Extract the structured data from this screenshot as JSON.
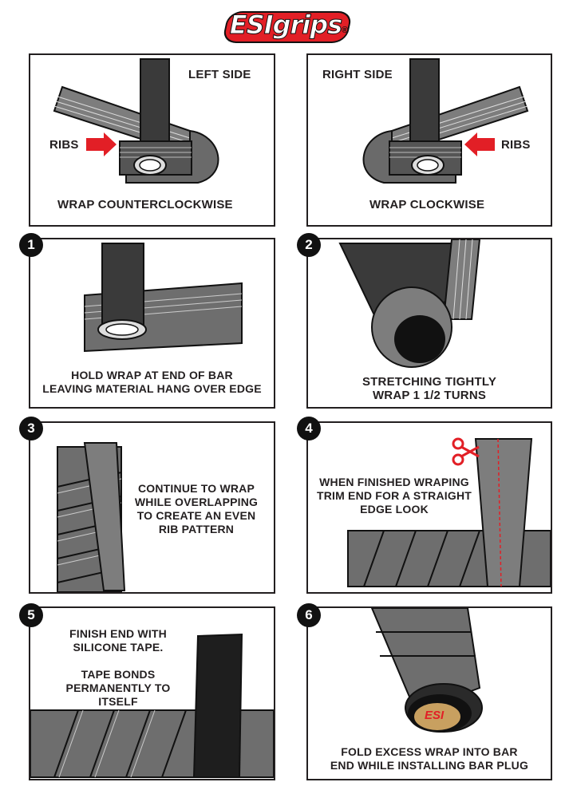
{
  "logo": {
    "text": "ESIgrips",
    "reg": "®",
    "plug_text": "ESI"
  },
  "intro": {
    "left": {
      "side": "LEFT SIDE",
      "ribs": "RIBS",
      "caption": "WRAP COUNTERCLOCKWISE"
    },
    "right": {
      "side": "RIGHT SIDE",
      "ribs": "RIBS",
      "caption": "WRAP CLOCKWISE"
    }
  },
  "steps": [
    {
      "number": "1",
      "caption_lines": [
        "HOLD WRAP AT END OF BAR",
        "LEAVING MATERIAL HANG OVER EDGE"
      ]
    },
    {
      "number": "2",
      "caption_lines": [
        "STRETCHING TIGHTLY",
        "WRAP 1 1/2 TURNS"
      ]
    },
    {
      "number": "3",
      "caption_lines": [
        "CONTINUE TO WRAP",
        "WHILE OVERLAPPING",
        "TO CREATE AN EVEN",
        "RIB PATTERN"
      ]
    },
    {
      "number": "4",
      "caption_lines": [
        "WHEN FINISHED WRAPING",
        "TRIM END FOR A STRAIGHT",
        "EDGE LOOK"
      ]
    },
    {
      "number": "5",
      "caption_lines": [
        "FINISH END WITH",
        "SILICONE TAPE.",
        "",
        "TAPE BONDS",
        "PERMANENTLY TO ITSELF"
      ]
    },
    {
      "number": "6",
      "caption_lines": [
        "FOLD EXCESS WRAP INTO BAR",
        "END WHILE INSTALLING BAR PLUG"
      ]
    }
  ],
  "colors": {
    "accent_red": "#e21f26",
    "ink": "#231f20",
    "wrap_gray": "#7d7d7d",
    "bar_dark": "#3a3a3a"
  }
}
